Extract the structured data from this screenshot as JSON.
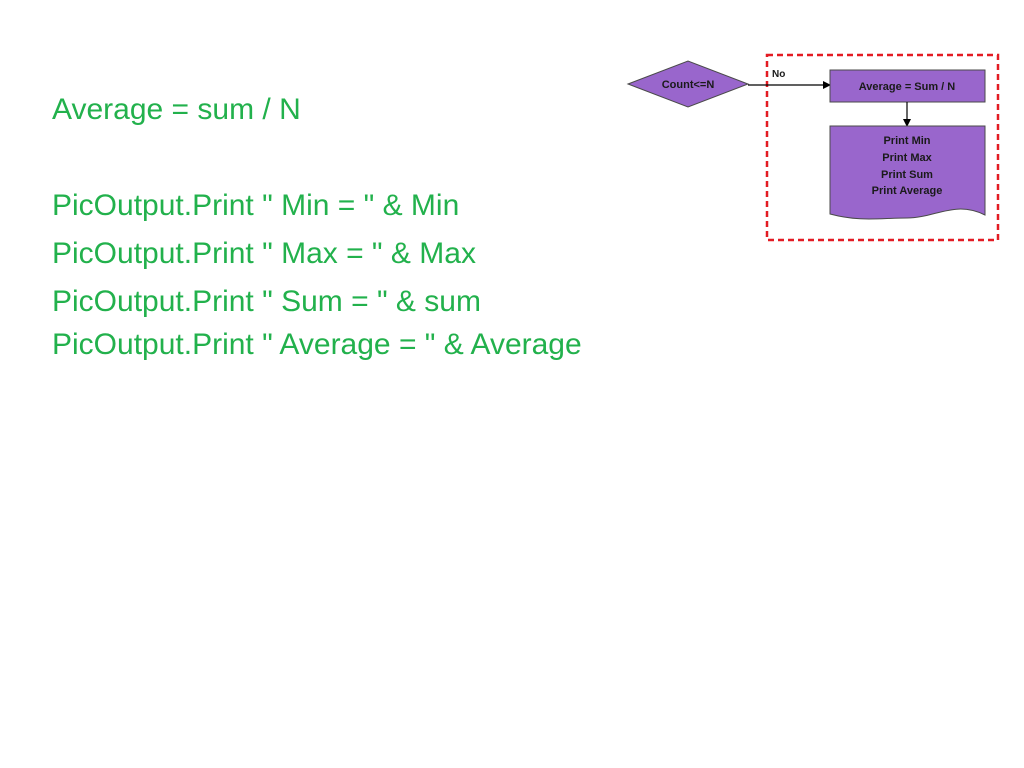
{
  "code": {
    "lines": [
      "Average = sum / N",
      "PicOutput.Print \" Min = \" & Min",
      "PicOutput.Print \" Max = \" & Max",
      "PicOutput.Print \" Sum = \" & sum",
      "PicOutput.Print \" Average = \" & Average"
    ],
    "color": "#22b14c"
  },
  "flowchart": {
    "decision": {
      "label": "Count<=N"
    },
    "branch_label": "No",
    "process": {
      "label": "Average = Sum / N"
    },
    "output": {
      "lines": [
        "Print Min",
        "Print Max",
        "Print Sum",
        "Print Average"
      ]
    },
    "colors": {
      "shape_fill": "#9966cc",
      "highlight_border": "#e31b23"
    }
  }
}
